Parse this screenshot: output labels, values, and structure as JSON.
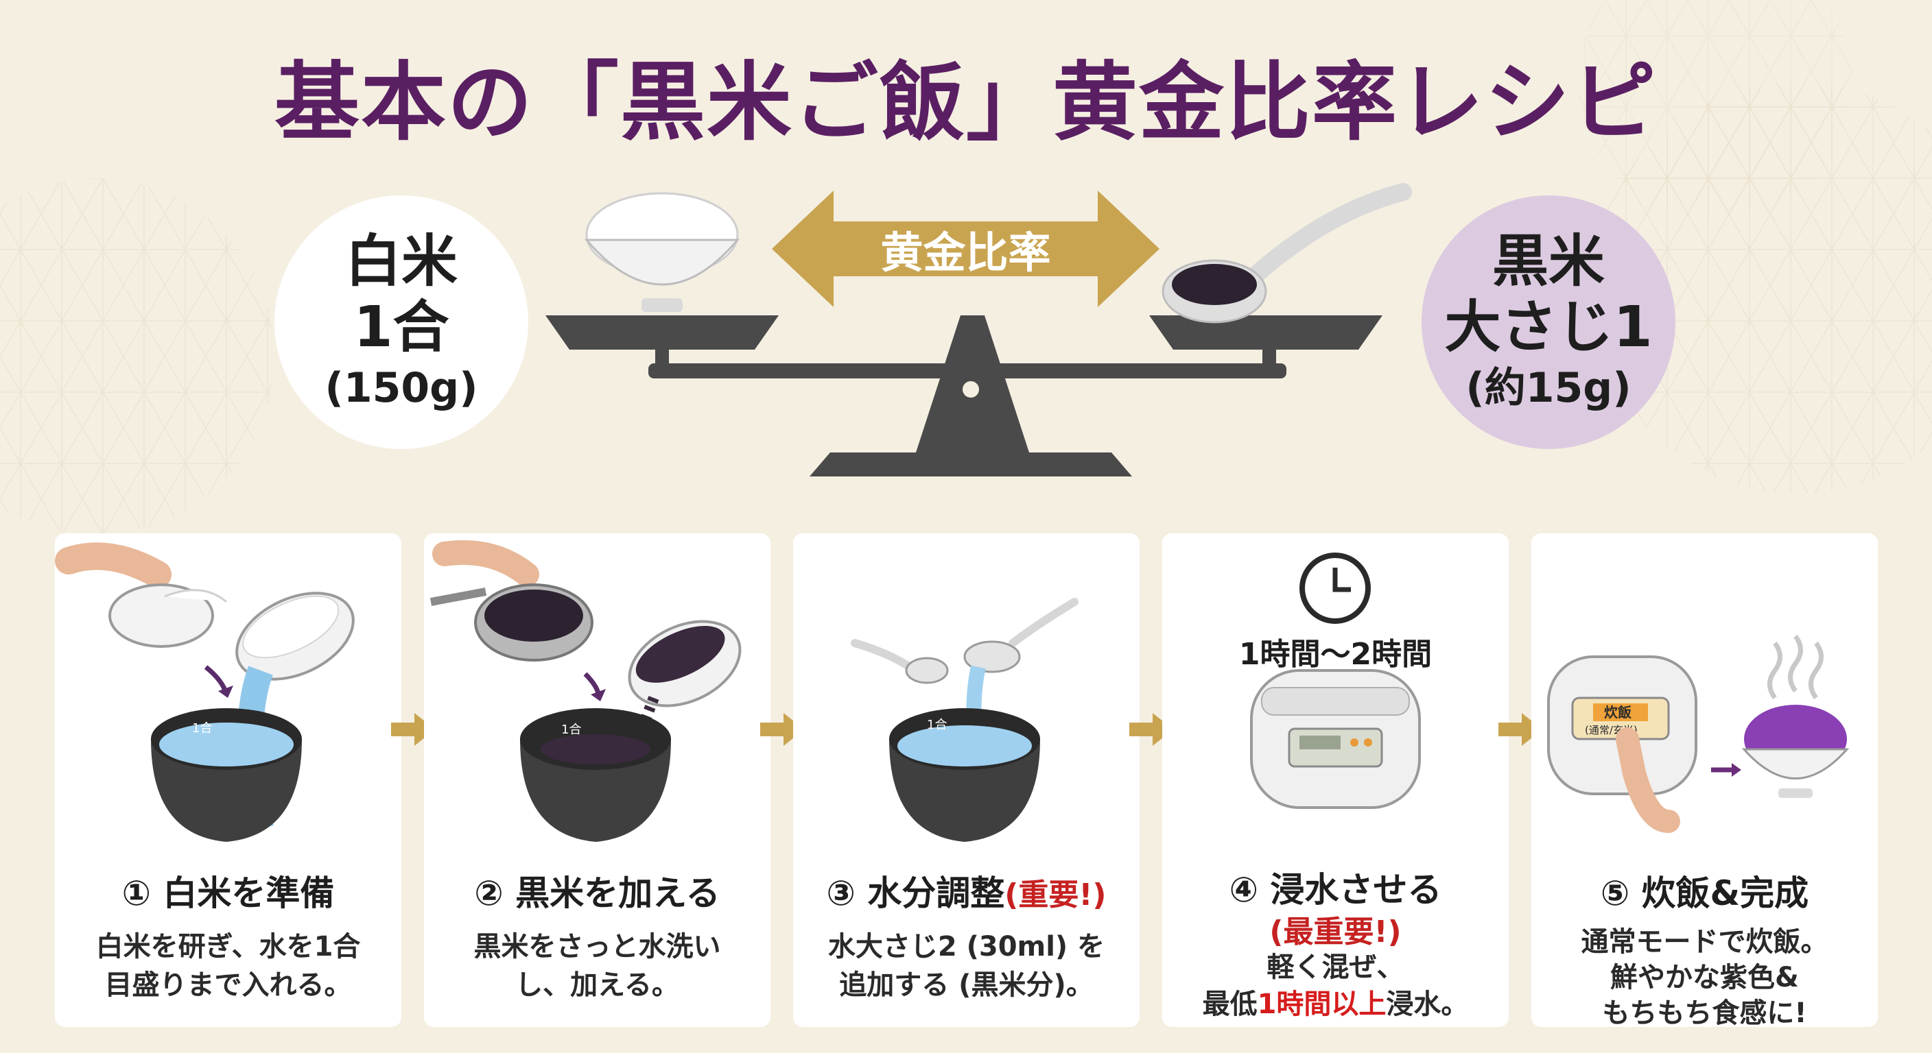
{
  "title": "基本の「黒米ご飯」黄金比率レシピ",
  "ratio": {
    "label": "黄金比率",
    "white_rice": {
      "name": "白米",
      "amount": "1合",
      "weight": "(150g)"
    },
    "black_rice": {
      "name": "黒米",
      "amount": "大さじ1",
      "weight": "(約15g)"
    }
  },
  "steps": [
    {
      "title": "① 白米を準備",
      "desc1": "白米を研ぎ、水を1合",
      "desc2": "目盛りまで入れる。",
      "pot_mark": "1合"
    },
    {
      "title": "② 黒米を加える",
      "desc1": "黒米をさっと水洗い",
      "desc2": "し、加える。",
      "pot_mark": "1合"
    },
    {
      "title": "③ 水分調整",
      "important": "(重要!)",
      "desc1": "水大さじ2 (30ml) を",
      "desc2": "追加する (黒米分)。",
      "pot_mark": "1合"
    },
    {
      "title": "④ 浸水させる",
      "important": "(最重要!)",
      "time": "1時間〜2時間",
      "desc1": "軽く混ぜ、",
      "desc2_pre": "最低",
      "desc2_red": "1時間以上",
      "desc2_post": "浸水。"
    },
    {
      "title": "⑤ 炊飯&完成",
      "button_label": "炊飯",
      "button_sub": "(通常/玄米)",
      "desc1": "通常モードで炊飯。",
      "desc2": "鮮やかな紫色&",
      "desc3": "もちもち食感に!"
    }
  ],
  "colors": {
    "title": "#5a1f62",
    "gold": "#c9a450",
    "purple_circle": "#dccbe0",
    "scale": "#4a4a4a",
    "important": "#c62121"
  }
}
